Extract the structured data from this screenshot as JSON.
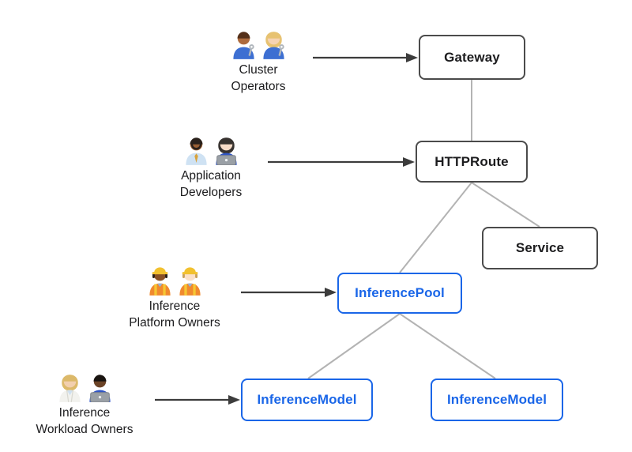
{
  "colors": {
    "blue": "#1a66e8",
    "dark_border": "#4b4b4b",
    "text": "#1c1c1e",
    "connector": "#b3b3b3",
    "arrow": "#3c3c3c",
    "background": "#ffffff"
  },
  "nodes": {
    "gateway": {
      "label": "Gateway",
      "variant": "dark"
    },
    "httproute": {
      "label": "HTTPRoute",
      "variant": "dark"
    },
    "service": {
      "label": "Service",
      "variant": "dark"
    },
    "inferencepool": {
      "label": "InferencePool",
      "variant": "blue"
    },
    "inferencemodel_left": {
      "label": "InferenceModel",
      "variant": "blue"
    },
    "inferencemodel_right": {
      "label": "InferenceModel",
      "variant": "blue"
    }
  },
  "actors": [
    {
      "id": "cluster-operators",
      "label_lines": [
        "Cluster",
        "Operators"
      ],
      "emoji": "👨🏾‍🔧👩🏼‍🔧",
      "people": [
        {
          "name": "man-mechanic",
          "skin": "#ad6b3e",
          "hair": "#55301a",
          "hairstyle": "short",
          "shirt": "#3d6fd2",
          "extras": [
            "wrench"
          ]
        },
        {
          "name": "woman-mechanic",
          "skin": "#f6d3b2",
          "hair": "#e7c271",
          "hairstyle": "long",
          "shirt": "#3d6fd2",
          "extras": [
            "wrench"
          ]
        }
      ]
    },
    {
      "id": "application-developers",
      "label_lines": [
        "Application",
        "Developers"
      ],
      "emoji": "👨🏾‍💼👩🏻‍💻",
      "people": [
        {
          "name": "man-office-worker",
          "skin": "#9a5f33",
          "hair": "#2a211b",
          "hairstyle": "short",
          "shirt": "#cfe2f3",
          "extras": [
            "beard",
            "tie"
          ],
          "tie": "#d8a23c"
        },
        {
          "name": "woman-technologist",
          "skin": "#f8dcc8",
          "hair": "#37322f",
          "hairstyle": "long",
          "shirt": "#2f55c4",
          "extras": [
            "laptop"
          ]
        }
      ]
    },
    {
      "id": "inference-platform-owners",
      "label_lines": [
        "Inference",
        "Platform Owners"
      ],
      "emoji": "👷🏾‍♀️👷🏻",
      "people": [
        {
          "name": "woman-construction-worker",
          "skin": "#8a5126",
          "hair": "#27201a",
          "hairstyle": "hat",
          "shirt": "#ef8430",
          "extras": [
            "vest"
          ]
        },
        {
          "name": "man-construction-worker",
          "skin": "#fbe0c8",
          "hair": "#c9a05a",
          "hairstyle": "hat",
          "shirt": "#ef8430",
          "extras": [
            "vest"
          ]
        }
      ]
    },
    {
      "id": "inference-workload-owners",
      "label_lines": [
        "Inference",
        "Workload Owners"
      ],
      "emoji": "🧑🏼‍⚕️🧑🏿‍💻",
      "people": [
        {
          "name": "health-worker",
          "skin": "#f2cfae",
          "hair": "#dcb96a",
          "hairstyle": "long",
          "shirt": "#cfe0f0",
          "extras": [
            "coat"
          ]
        },
        {
          "name": "man-technologist",
          "skin": "#6b4326",
          "hair": "#191410",
          "hairstyle": "short",
          "shirt": "#2f55c4",
          "extras": [
            "laptop"
          ]
        }
      ]
    }
  ],
  "edges": [
    {
      "from": "Gateway",
      "to": "HTTPRoute"
    },
    {
      "from": "HTTPRoute",
      "to": "Service"
    },
    {
      "from": "HTTPRoute",
      "to": "InferencePool"
    },
    {
      "from": "InferencePool",
      "to": "InferenceModel (left)"
    },
    {
      "from": "InferencePool",
      "to": "InferenceModel (right)"
    }
  ],
  "actor_arrows": [
    {
      "from": "Cluster Operators",
      "to": "Gateway"
    },
    {
      "from": "Application Developers",
      "to": "HTTPRoute"
    },
    {
      "from": "Inference Platform Owners",
      "to": "InferencePool"
    },
    {
      "from": "Inference Workload Owners",
      "to": "InferenceModel (left)"
    }
  ]
}
